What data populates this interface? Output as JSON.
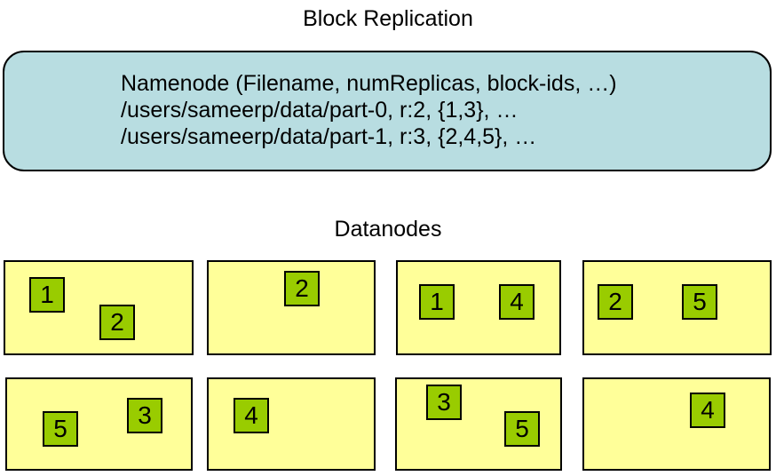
{
  "title": "Block Replication",
  "namenode": {
    "lines": [
      "Namenode (Filename, numReplicas, block-ids, …)",
      "/users/sameerp/data/part-0, r:2, {1,3}, …",
      "/users/sameerp/data/part-1, r:3, {2,4,5}, …"
    ]
  },
  "datanodes_label": "Datanodes",
  "datanodes": [
    {
      "blocks": [
        {
          "id": "1"
        },
        {
          "id": "2"
        }
      ]
    },
    {
      "blocks": [
        {
          "id": "2"
        }
      ]
    },
    {
      "blocks": [
        {
          "id": "1"
        },
        {
          "id": "4"
        }
      ]
    },
    {
      "blocks": [
        {
          "id": "2"
        },
        {
          "id": "5"
        }
      ]
    },
    {
      "blocks": [
        {
          "id": "5"
        },
        {
          "id": "3"
        }
      ]
    },
    {
      "blocks": [
        {
          "id": "4"
        }
      ]
    },
    {
      "blocks": [
        {
          "id": "3"
        },
        {
          "id": "5"
        }
      ]
    },
    {
      "blocks": [
        {
          "id": "4"
        }
      ]
    }
  ],
  "colors": {
    "namenode_bg": "#B8DDE1",
    "datanode_bg": "#FFFF99",
    "block_bg": "#99CC00",
    "border": "#000000",
    "text": "#000000",
    "background": "#FFFFFF"
  }
}
